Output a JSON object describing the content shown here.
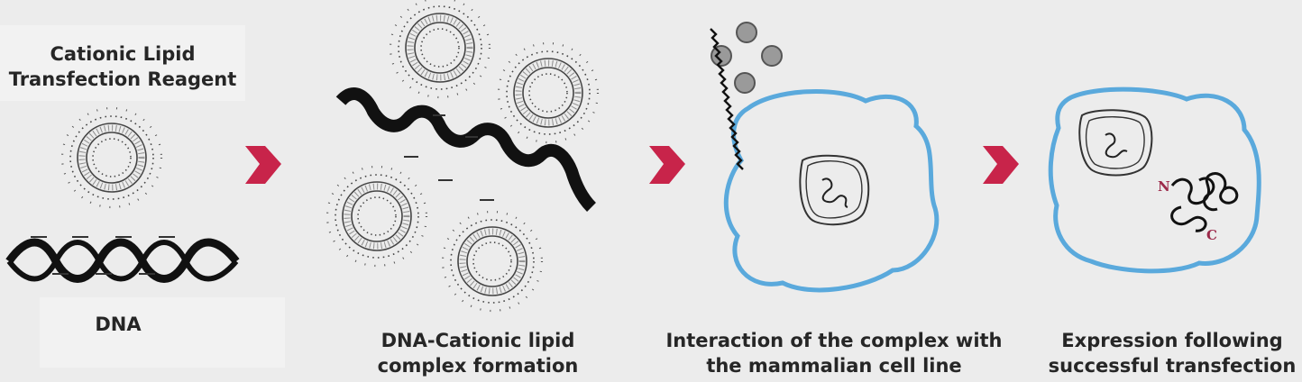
{
  "reagent_label": {
    "line1": "Cationic Lipid",
    "line2": "Transfection Reagent"
  },
  "dna_label": "DNA",
  "step2_caption": {
    "line1": "DNA-Cationic lipid",
    "line2": "complex formation"
  },
  "step3_caption": {
    "line1": "Interaction of the complex with",
    "line2": "the mammalian cell line"
  },
  "step4_caption": {
    "line1": "Expression following",
    "line2": "successful transfection"
  },
  "protein_terminus": {
    "n": "N",
    "c": "C"
  },
  "colors": {
    "background": "#ececec",
    "arrow": "#c8244a",
    "cell_membrane": "#5aa9dc",
    "lipid": "#4a4a4a",
    "dna": "#111111",
    "complex_bead": "#9a9a9a",
    "terminus_label": "#9c2a4a"
  },
  "icons": [
    "liposome-icon",
    "dna-helix-icon",
    "process-arrow-icon",
    "cell-icon",
    "nucleus-icon",
    "protein-icon"
  ]
}
